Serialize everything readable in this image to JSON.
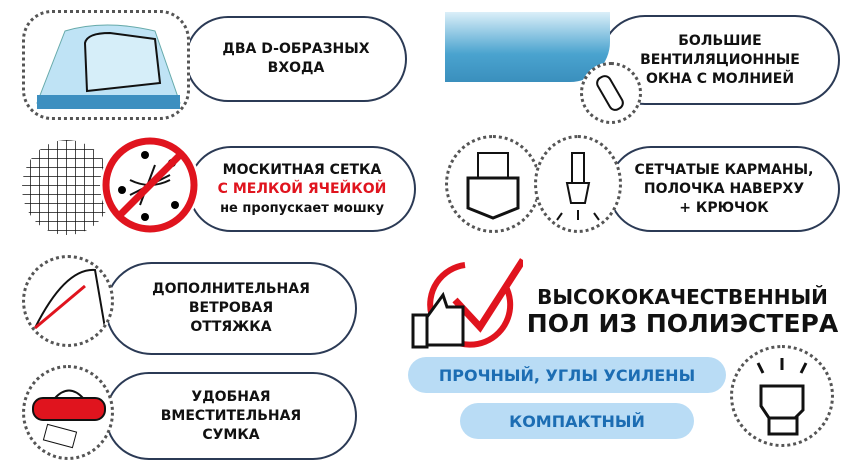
{
  "features": [
    {
      "lines": [
        "ДВА D-ОБРАЗНЫХ",
        "ВХОДА"
      ]
    },
    {
      "lines": [
        "МОСКИТНАЯ СЕТКА",
        "С МЕЛКОЙ ЯЧЕЙКОЙ",
        "не пропускает мошку"
      ]
    },
    {
      "lines": [
        "ДОПОЛНИТЕЛЬНАЯ",
        "ВЕТРОВАЯ",
        "ОТТЯЖКА"
      ]
    },
    {
      "lines": [
        "УДОБНАЯ",
        "ВМЕСТИТЕЛЬНАЯ",
        "СУМКА"
      ]
    },
    {
      "lines": [
        "БОЛЬШИЕ",
        "ВЕНТИЛЯЦИОННЫЕ",
        "ОКНА С МОЛНИЕЙ"
      ]
    },
    {
      "lines": [
        "СЕТЧАТЫЕ КАРМАНЫ,",
        "ПОЛОЧКА НАВЕРХУ",
        "+ КРЮЧОК"
      ]
    }
  ],
  "floor": {
    "line1": "ВЫСОКОКАЧЕСТВЕННЫЙ",
    "line2": "ПОЛ ИЗ ПОЛИЭСТЕРА",
    "badge1": "ПРОЧНЫЙ, УГЛЫ УСИЛЕНЫ",
    "badge2": "КОМПАКТНЫЙ"
  },
  "colors": {
    "accent_red": "#e0141e",
    "badge_bg": "#b9dcf5",
    "badge_text": "#1c6db3",
    "outline": "#2b3a55"
  }
}
